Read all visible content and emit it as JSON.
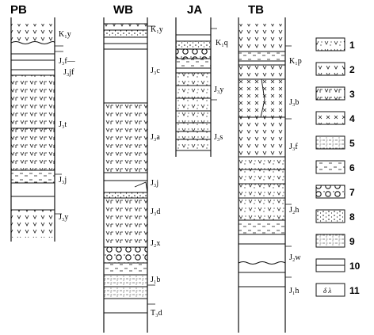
{
  "columns": [
    {
      "id": "PB",
      "name": "PB"
    },
    {
      "id": "WB",
      "name": "WB"
    },
    {
      "id": "JA",
      "name": "JA"
    },
    {
      "id": "TB",
      "name": "TB"
    }
  ],
  "labels": {
    "PB": [
      "K₁y",
      "J₃f—",
      "J₃jf",
      "J₃t",
      "J₃j",
      "J₃y"
    ],
    "WB": [
      "K₁y",
      "J₃c",
      "J₃a",
      "J₃j",
      "J₃d",
      "J₂x",
      "J₁b",
      "T₃d"
    ],
    "JA": [
      "K₁q",
      "J₃y",
      "J₃s"
    ],
    "TB": [
      "K₁p",
      "J₃b",
      "J₃f",
      "J₂h",
      "J₂w",
      "J₁h"
    ]
  },
  "legend": [
    "1",
    "2",
    "3",
    "4",
    "5",
    "6",
    "7",
    "8",
    "9",
    "10",
    "11"
  ],
  "legend_symbol_11": "δ λ"
}
